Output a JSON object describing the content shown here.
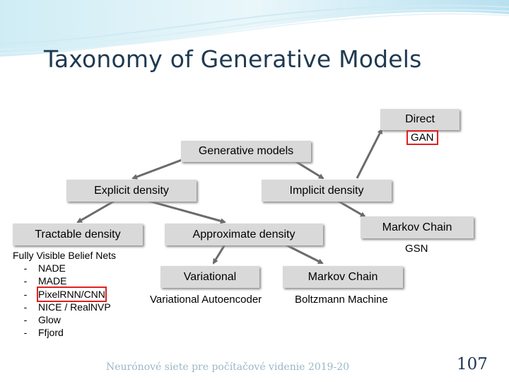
{
  "title": "Taxonomy of Generative Models",
  "nodes": {
    "direct": "Direct",
    "gan": "GAN",
    "generative_models": "Generative models",
    "explicit_density": "Explicit density",
    "implicit_density": "Implicit density",
    "tractable_density": "Tractable density",
    "approximate_density": "Approximate density",
    "markov_chain_implicit": "Markov Chain",
    "gsn": "GSN",
    "variational": "Variational",
    "vae": "Variational Autoencoder",
    "markov_chain_approx": "Markov Chain",
    "boltzmann": "Boltzmann Machine"
  },
  "tractable_list": {
    "header": "Fully Visible Belief Nets",
    "items": [
      "NADE",
      "MADE",
      "PixelRNN/CNN",
      "NICE / RealNVP",
      "Glow",
      "Ffjord"
    ]
  },
  "footer": "Neurónové siete pre počítačové videnie 2019-20",
  "page_number": "107",
  "colors": {
    "accent_highlight": "#e02020",
    "box_fill": "#d9d9d9",
    "title": "#1f3a52",
    "arrow": "#6b6b6b"
  }
}
